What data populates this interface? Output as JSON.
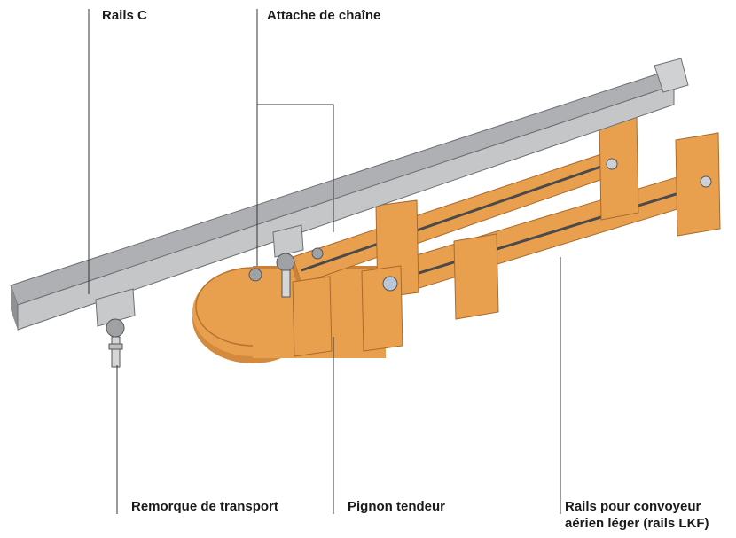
{
  "labels": {
    "c_rail": "Rails C",
    "chain_attachment": "Attache de chaîne",
    "transport_trailer": "Remorque de transport",
    "tension_sprocket": "Pignon tendeur",
    "lkf_rails_line1": "Rails pour convoyeur",
    "lkf_rails_line2": "aérien léger (rails LKF)"
  },
  "colors": {
    "rail_steel": "#aeb0b3",
    "frame_orange": "#e8a04e",
    "frame_orange_dark": "#c9803a",
    "bracket_grey": "#c8c9cb",
    "leader_line": "#333333"
  }
}
